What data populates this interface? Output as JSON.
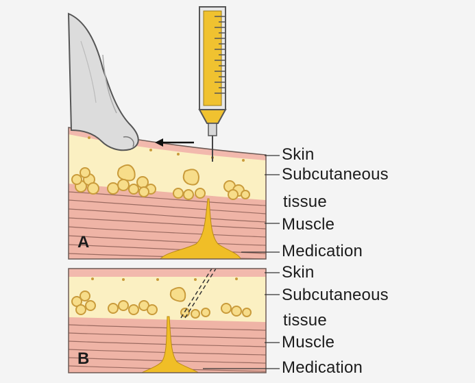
{
  "panel_a": {
    "letter": "A",
    "labels": {
      "skin": "Skin",
      "subcutaneous": "Subcutaneous",
      "tissue": "tissue",
      "muscle": "Muscle",
      "medication": "Medication"
    }
  },
  "panel_b": {
    "letter": "B",
    "labels": {
      "skin": "Skin",
      "subcutaneous": "Subcutaneous",
      "tissue": "tissue",
      "muscle": "Muscle",
      "medication": "Medication"
    }
  },
  "colors": {
    "background": "#f4f4f4",
    "skin": "#f2b9ad",
    "subcutaneous": "#fbf0c2",
    "fat_cell": "#f7dd8a",
    "muscle": "#efb4a6",
    "muscle_fiber": "#9a6a60",
    "medication": "#f0be27",
    "glove": "#dcdcdc",
    "syringe_barrel": "#f0c230"
  },
  "icons": [
    "gloved-hand-icon",
    "syringe-icon",
    "arrow-left-icon"
  ]
}
